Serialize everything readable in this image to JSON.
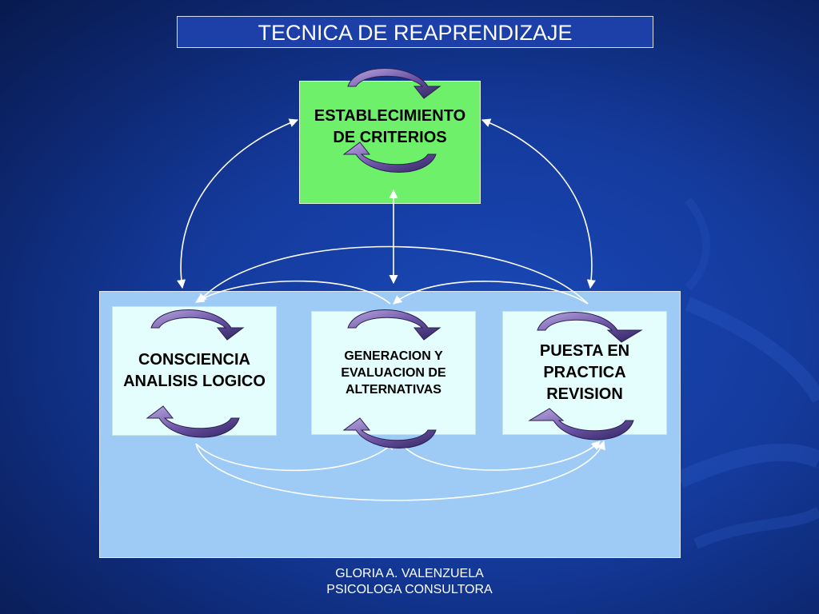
{
  "title": "TECNICA DE REAPRENDIZAJE",
  "criteria_box": {
    "line1": "ESTABLECIMIENTO",
    "line2": "DE CRITERIOS"
  },
  "conciencia_box": {
    "line1": "CONSCIENCIA",
    "line2": "ANALISIS LOGICO"
  },
  "generacion_box": {
    "line1": "GENERACION Y",
    "line2": "EVALUACION DE",
    "line3": "ALTERNATIVAS"
  },
  "puesta_box": {
    "line1": "PUESTA EN",
    "line2": "PRACTICA",
    "line3": "REVISION"
  },
  "footer": {
    "line1": "GLORIA A. VALENZUELA",
    "line2": "PSICOLOGA CONSULTORA"
  },
  "colors": {
    "background": "#143a9c",
    "title_box": "#1c3fa8",
    "criteria_box": "#6ef06a",
    "main_panel": "#9ecbf6",
    "step_box": "#e4fdfd",
    "cycle_arrow": "#6a4fa0"
  }
}
